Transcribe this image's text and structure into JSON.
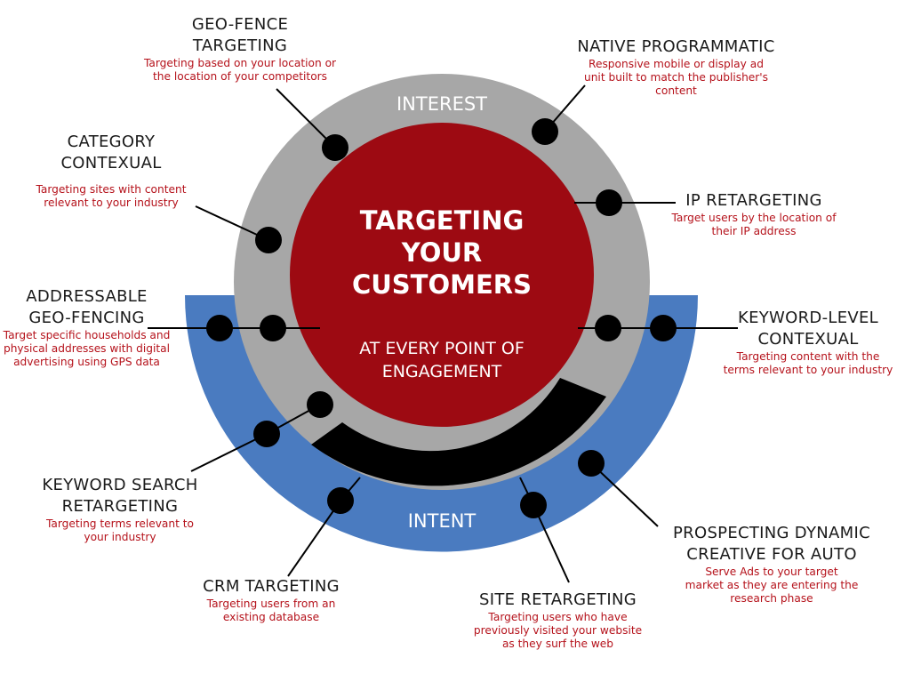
{
  "rings": {
    "outer_label": "INTEREST",
    "bottom_label": "INTENT"
  },
  "center": {
    "title_lines": [
      "TARGETING",
      "YOUR",
      "CUSTOMERS"
    ],
    "subtitle_lines": [
      "AT EVERY POINT OF",
      "ENGAGEMENT"
    ]
  },
  "colors": {
    "crimson": "#9d0a12",
    "gray": "#a7a7a7",
    "blue": "#4a7bc0",
    "black": "#000000",
    "desc": "#b5121b"
  },
  "items": {
    "geo_fence": {
      "title": "GEO-FENCE\nTARGETING",
      "desc": "Targeting based on your location or\nthe location of your competitors"
    },
    "native": {
      "title": "NATIVE PROGRAMMATIC",
      "desc": "Responsive mobile or display ad\nunit built to match the publisher's\ncontent"
    },
    "category": {
      "title": "CATEGORY\nCONTEXUAL",
      "desc": "Targeting sites with content\nrelevant to your industry"
    },
    "ip": {
      "title": "IP RETARGETING",
      "desc": "Target users by the location of\ntheir IP address"
    },
    "addressable": {
      "title": "ADDRESSABLE\nGEO-FENCING",
      "desc": "Target specific households and\nphysical addresses with digital\nadvertising using GPS data"
    },
    "keyword_level": {
      "title": "KEYWORD-LEVEL\nCONTEXUAL",
      "desc": "Targeting content with the\nterms relevant to your industry"
    },
    "keyword_search": {
      "title": "KEYWORD SEARCH\nRETARGETING",
      "desc": "Targeting terms relevant to\nyour industry"
    },
    "prospecting": {
      "title": "PROSPECTING DYNAMIC\nCREATIVE FOR AUTO",
      "desc": "Serve Ads to your target\nmarket as they are entering the\nresearch phase"
    },
    "crm": {
      "title": "CRM TARGETING",
      "desc": "Targeting users from an\nexisting database"
    },
    "site": {
      "title": "SITE RETARGETING",
      "desc": "Targeting users who have\npreviously visited your website\nas they surf the web"
    }
  }
}
